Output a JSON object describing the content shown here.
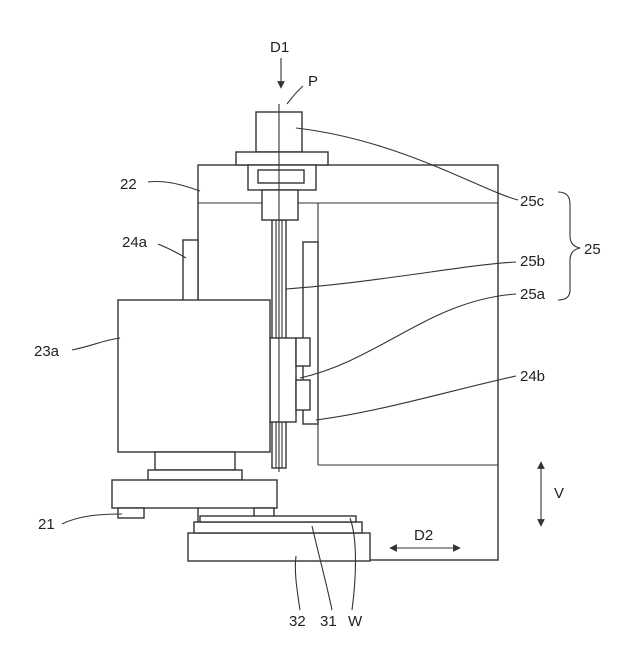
{
  "labels": {
    "d1": "D1",
    "p": "P",
    "l22": "22",
    "l24a": "24a",
    "l23a": "23a",
    "l21": "21",
    "l25c": "25c",
    "l25b": "25b",
    "l25a": "25a",
    "l25": "25",
    "l24b": "24b",
    "v": "V",
    "d2": "D2",
    "l32": "32",
    "l31": "31",
    "w": "W"
  }
}
